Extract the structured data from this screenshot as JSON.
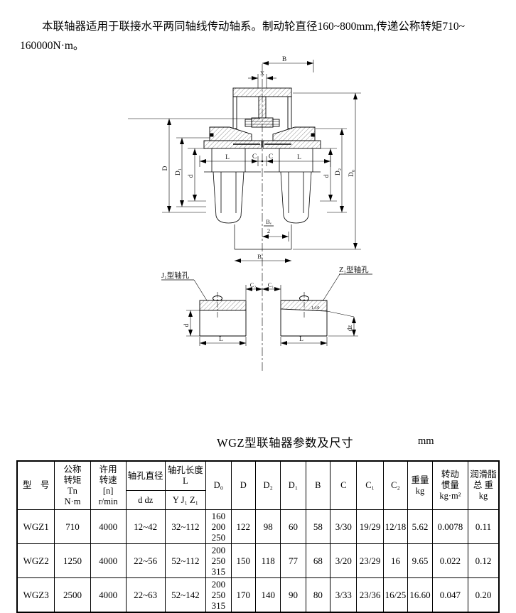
{
  "intro": {
    "text": "本联轴器适用于联接水平两同轴线传动轴系。制动轮直径160~800mm,传递公称转矩710~\n160000N·m。"
  },
  "drawing": {
    "labels": {
      "b": "B",
      "x": "X",
      "d_left": "D",
      "d1_left": "D₁",
      "d_small_left": "d",
      "l_left": "L",
      "c_left": "C",
      "c_right": "C",
      "l_right": "L",
      "d_small_right": "d",
      "d2_right": "D₂",
      "d0_right": "D₀",
      "be_num": "Bₑ",
      "be_den": "2",
      "be": "Bₑ",
      "j1_hole": "J₁型轴孔",
      "z1_hole": "Z₁型轴孔",
      "c2_dim": "C₂",
      "c1_dim": "C₁",
      "d_hole": "d",
      "dz_hole": "dᴢ",
      "l_hole_left": "L",
      "l_hole_right": "L",
      "taper": "1:10"
    }
  },
  "table": {
    "title": "WGZ型联轴器参数及尺寸",
    "unit": "mm",
    "headers": {
      "model": "型　号",
      "torque": "公称\n转矩\nTn\nN·m",
      "speed": "许用\n转速\n[n]\nr/min",
      "bore_dia": "轴孔直径",
      "bore_dia_sub": "d dᴢ",
      "bore_len": "轴孔长度\nL",
      "bore_len_sub": "Y J₁ Z₁",
      "d0": "D₀",
      "d": "D",
      "d2": "D₂",
      "d1": "D₁",
      "b": "B",
      "c": "C",
      "c1": "C₁",
      "c2": "C₂",
      "weight": "重量\nkg",
      "inertia": "转动\n惯量\nkg·m²",
      "grease": "润滑脂\n总 重\nkg"
    },
    "rows": [
      {
        "model": "WGZ1",
        "tn": "710",
        "rpm": "4000",
        "d_range": "12~42",
        "l_range": "32~112",
        "d0": "160\n200\n250",
        "d": "122",
        "d2": "98",
        "d1": "60",
        "b": "58",
        "c": "3/30",
        "c1": "19/29",
        "c2": "12/18",
        "weight": "5.62",
        "inertia": "0.0078",
        "grease": "0.11"
      },
      {
        "model": "WGZ2",
        "tn": "1250",
        "rpm": "4000",
        "d_range": "22~56",
        "l_range": "52~112",
        "d0": "200\n250\n315",
        "d": "150",
        "d2": "118",
        "d1": "77",
        "b": "68",
        "c": "3/20",
        "c1": "23/29",
        "c2": "16",
        "weight": "9.65",
        "inertia": "0.022",
        "grease": "0.12"
      },
      {
        "model": "WGZ3",
        "tn": "2500",
        "rpm": "4000",
        "d_range": "22~63",
        "l_range": "52~142",
        "d0": "200\n250\n315",
        "d": "170",
        "d2": "140",
        "d1": "90",
        "b": "80",
        "c": "3/33",
        "c1": "23/36",
        "c2": "16/25",
        "weight": "16.60",
        "inertia": "0.047",
        "grease": "0.20"
      }
    ]
  }
}
